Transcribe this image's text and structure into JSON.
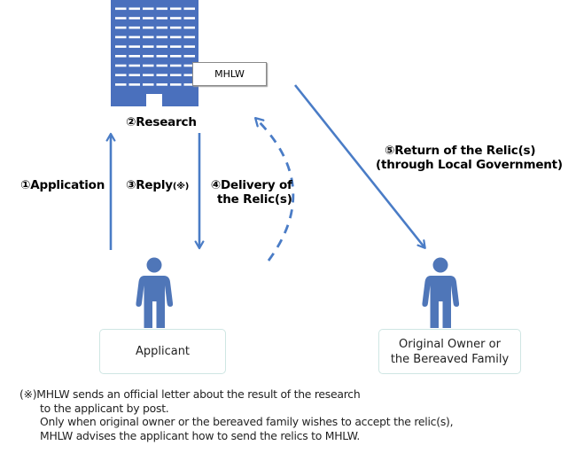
{
  "diagram": {
    "colors": {
      "building": "#4a70bd",
      "arrow": "#4a7cc6",
      "person": "#4f76b8",
      "role_box_border": "#cfe6e3",
      "mhlw_box_border": "#8a8a8a"
    },
    "building": {
      "label": "MHLW",
      "icon": "office-building-icon"
    },
    "steps": {
      "research": "②Research",
      "application": "①Application",
      "reply": "③Reply",
      "reply_note_mark": "(※)",
      "delivery_line1": "④Delivery of",
      "delivery_line2": "the Relic(s)",
      "return_line1": "⑤Return of the Relic(s)",
      "return_line2": "(through Local Government)"
    },
    "actors": {
      "applicant": {
        "label": "Applicant",
        "icon": "person-icon"
      },
      "owner": {
        "label_line1": "Original Owner or",
        "label_line2": "the Bereaved Family",
        "icon": "person-icon"
      }
    },
    "footnote": {
      "line1": "(※)MHLW sends an official letter about the result of the research",
      "line2": "to the applicant by post.",
      "line3": "Only when original owner or the bereaved family wishes to accept the relic(s),",
      "line4": "MHLW advises the  applicant how to send the relics to MHLW."
    }
  }
}
